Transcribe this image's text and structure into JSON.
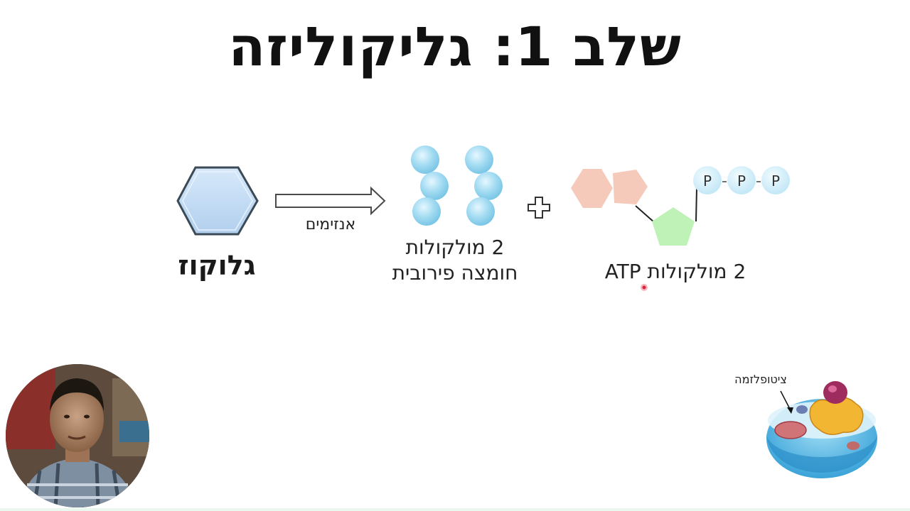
{
  "slide": {
    "title": "שלב 1: גליקוליזה"
  },
  "glucose": {
    "label": "גלוקוז"
  },
  "arrow": {
    "label": "אנזימים"
  },
  "pyruvate": {
    "line1": "2 מולקולות",
    "line2": "חומצה פירובית"
  },
  "atp": {
    "label": "2 מולקולות ATP",
    "phosphates": [
      "P",
      "P",
      "P"
    ]
  },
  "cell": {
    "label": "ציטופלזמה"
  },
  "colors": {
    "hexagon_fill": "#c3dcf3",
    "hexagon_stroke": "#3c4a55",
    "pyruvate_sphere": "#9fd9f0",
    "adenine": "#f6c6b6",
    "ribose": "#bdf0b4",
    "phosphate": "#cdebf7"
  }
}
